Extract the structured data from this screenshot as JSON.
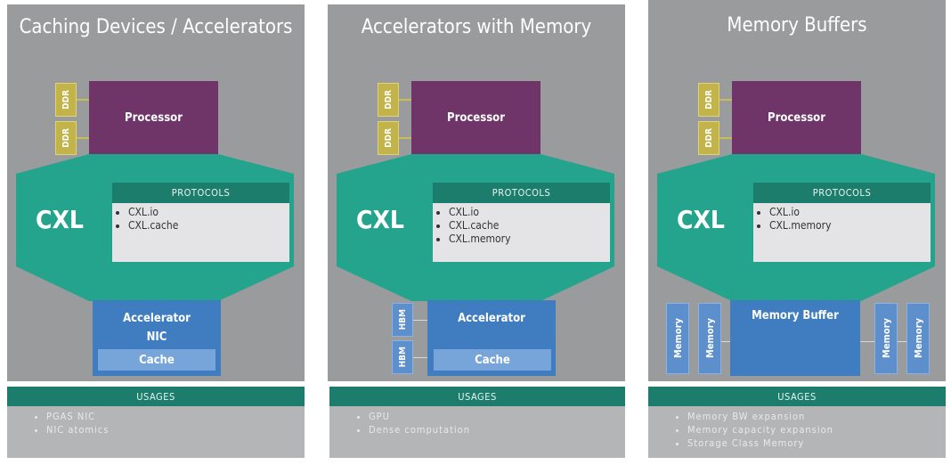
{
  "panels": [
    {
      "title": "Caching Devices / Accelerators",
      "processor": "Processor",
      "ddr": [
        "DDR",
        "DDR"
      ],
      "cxl": "CXL",
      "protocols_header": "PROTOCOLS",
      "protocols": [
        "CXL.io",
        "CXL.cache"
      ],
      "device": {
        "line1": "Accelerator",
        "line2": "NIC",
        "cache": "Cache"
      },
      "usages_header": "USAGES",
      "usages": [
        "PGAS NIC",
        "NIC atomics"
      ]
    },
    {
      "title": "Accelerators with Memory",
      "processor": "Processor",
      "ddr": [
        "DDR",
        "DDR"
      ],
      "cxl": "CXL",
      "protocols_header": "PROTOCOLS",
      "protocols": [
        "CXL.io",
        "CXL.cache",
        "CXL.memory"
      ],
      "device": {
        "line1": "Accelerator",
        "cache": "Cache",
        "hbm": [
          "HBM",
          "HBM"
        ]
      },
      "usages_header": "USAGES",
      "usages": [
        "GPU",
        "Dense computation"
      ]
    },
    {
      "title": "Memory Buffers",
      "processor": "Processor",
      "ddr": [
        "DDR",
        "DDR"
      ],
      "cxl": "CXL",
      "protocols_header": "PROTOCOLS",
      "protocols": [
        "CXL.io",
        "CXL.memory"
      ],
      "device": {
        "line1": "Memory Buffer",
        "memory": [
          "Memory",
          "Memory",
          "Memory",
          "Memory"
        ]
      },
      "usages_header": "USAGES",
      "usages": [
        "Memory BW expansion",
        "Memory capacity expansion",
        "Storage Class Memory"
      ]
    }
  ],
  "colors": {
    "panel": "#9a9b9d",
    "processor": "#6f3468",
    "ddr": "#c2b44a",
    "cxl": "#24a38d",
    "protocols_header": "#1c7d6c",
    "accelerator": "#3f7dc0",
    "cache": "#78a5d9"
  }
}
